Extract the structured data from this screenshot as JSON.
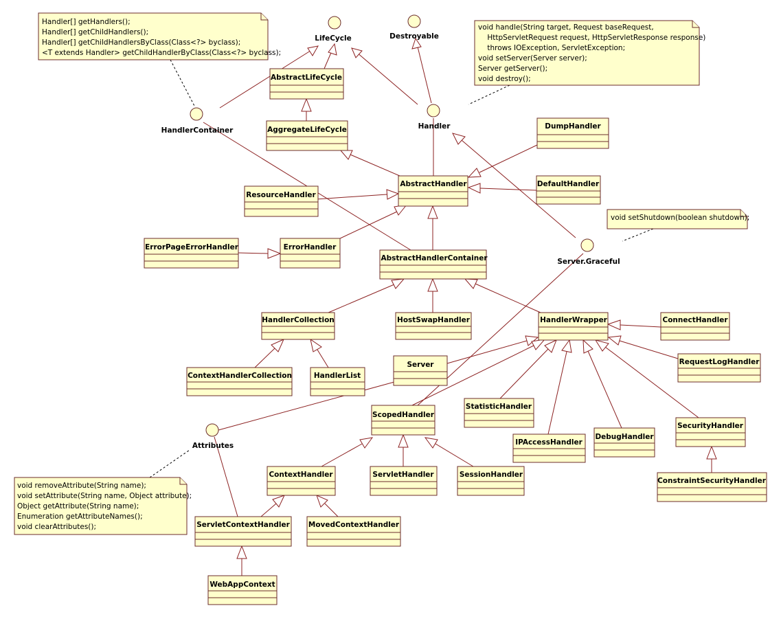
{
  "interfaces": {
    "lifecycle": "LifeCycle",
    "destroyable": "Destroyable",
    "handler_container": "HandlerContainer",
    "handler": "Handler",
    "server_graceful": "Server.Graceful",
    "attributes": "Attributes"
  },
  "classes": {
    "abstract_life_cycle": "AbstractLifeCycle",
    "aggregate_life_cycle": "AggregateLifeCycle",
    "dump_handler": "DumpHandler",
    "abstract_handler": "AbstractHandler",
    "default_handler": "DefaultHandler",
    "resource_handler": "ResourceHandler",
    "error_page_error_handler": "ErrorPageErrorHandler",
    "error_handler": "ErrorHandler",
    "abstract_handler_container": "AbstractHandlerContainer",
    "handler_collection": "HandlerCollection",
    "host_swap_handler": "HostSwapHandler",
    "handler_wrapper": "HandlerWrapper",
    "connect_handler": "ConnectHandler",
    "context_handler_collection": "ContextHandlerCollection",
    "handler_list": "HandlerList",
    "server": "Server",
    "request_log_handler": "RequestLogHandler",
    "statistic_handler": "StatisticHandler",
    "scoped_handler": "ScopedHandler",
    "ip_access_handler": "IPAccessHandler",
    "debug_handler": "DebugHandler",
    "security_handler": "SecurityHandler",
    "context_handler": "ContextHandler",
    "servlet_handler": "ServletHandler",
    "session_handler": "SessionHandler",
    "constraint_security_handler": "ConstraintSecurityHandler",
    "servlet_context_handler": "ServletContextHandler",
    "moved_context_handler": "MovedContextHandler",
    "web_app_context": "WebAppContext"
  },
  "notes": {
    "handler_container": [
      "Handler[] getHandlers();",
      "Handler[] getChildHandlers();",
      "Handler[] getChildHandlersByClass(Class<?> byclass);",
      "<T extends Handler> getChildHandlerByClass(Class<?> byclass);"
    ],
    "handler": [
      "void handle(String target, Request baseRequest,",
      "    HttpServletRequest request, HttpServletResponse response)",
      "    throws IOException, ServletException;",
      "void setServer(Server server);",
      "Server getServer();",
      "void destroy();"
    ],
    "graceful": [
      "void setShutdown(boolean shutdown);"
    ],
    "attributes": [
      "void removeAttribute(String name);",
      "void setAttribute(String name, Object attribute);",
      "Object getAttribute(String name);",
      "Enumeration getAttributeNames();",
      "void clearAttributes();"
    ]
  }
}
